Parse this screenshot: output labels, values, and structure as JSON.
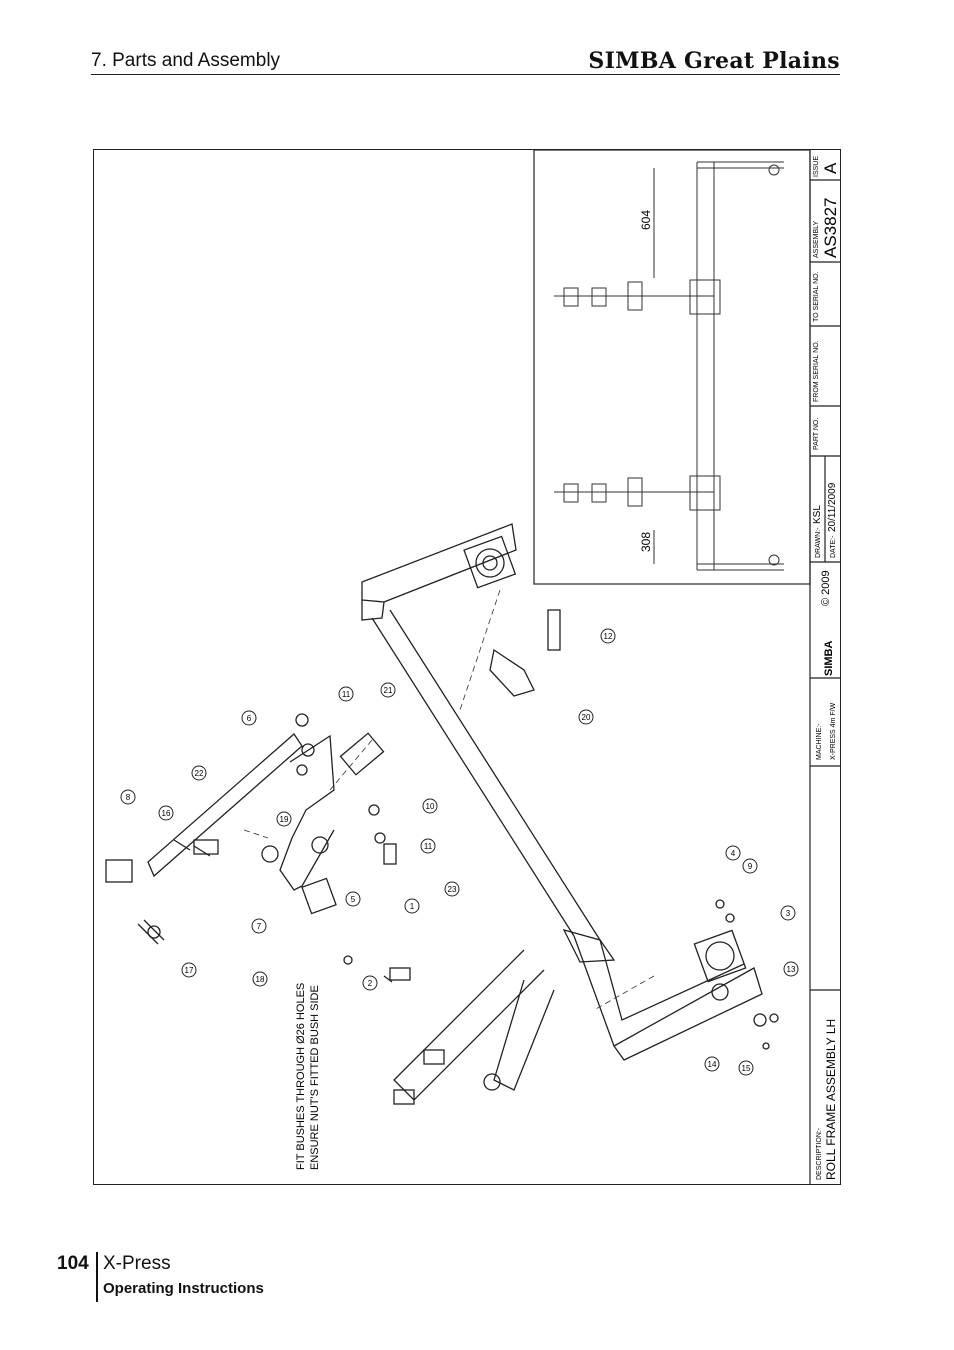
{
  "header": {
    "section": "7. Parts and Assembly",
    "brand": "SIMBA Great Plains"
  },
  "drawing": {
    "inset": {
      "dim_top": "604",
      "dim_bottom": "308"
    },
    "balloons": [
      "1",
      "2",
      "3",
      "4",
      "5",
      "6",
      "7",
      "8",
      "9",
      "10",
      "11",
      "11",
      "12",
      "13",
      "14",
      "15",
      "16",
      "17",
      "18",
      "19",
      "20",
      "21",
      "22",
      "23"
    ],
    "note_line1": "FIT BUSHES THROUGH Ø26 HOLES",
    "note_line2": "ENSURE NUT'S FITTED BUSH SIDE"
  },
  "title_block": {
    "description_label": "DESCRIPTION:-",
    "description": "ROLL FRAME ASSEMBLY LH",
    "machine_label": "MACHINE:-",
    "machine": "X-PRESS 4m F/W",
    "logo": "SIMBA",
    "copyright": "© 2009",
    "drawn_label": "DRAWN:-",
    "drawn": "KSL",
    "date_label": "DATE:-",
    "date": "20/11/2009",
    "part_no_label": "PART NO.",
    "from_serial_label": "FROM SERIAL NO.",
    "to_serial_label": "TO SERIAL NO.",
    "assembly_label": "ASSEMBLY",
    "assembly": "AS3827",
    "issue_label": "ISSUE",
    "issue": "A"
  },
  "footer": {
    "page_number": "104",
    "product": "X-Press",
    "subtitle": "Operating Instructions"
  }
}
